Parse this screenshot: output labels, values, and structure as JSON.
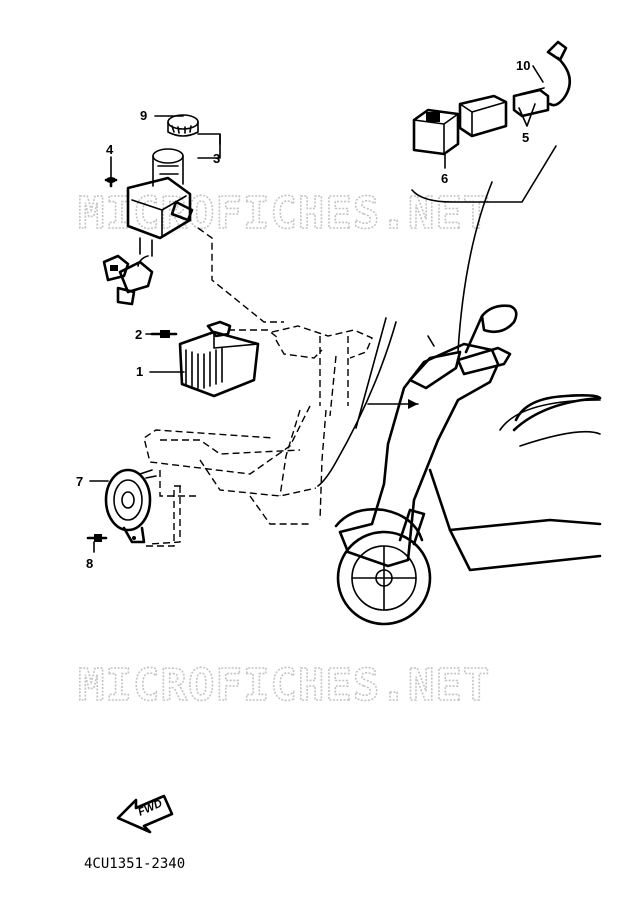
{
  "diagram": {
    "watermark": "MICROFICHES.NET",
    "drawing_code": "4CU1351-2340",
    "fwd_label": "FWD",
    "callouts": [
      "1",
      "2",
      "3",
      "4",
      "5",
      "6",
      "7",
      "8",
      "9",
      "10"
    ]
  }
}
